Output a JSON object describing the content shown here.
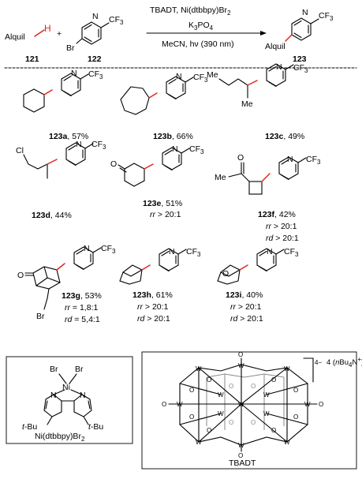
{
  "scheme": {
    "reactant1": "Alquil",
    "h_atom": "H",
    "plus": "+",
    "reagent_line1": "TBADT, Ni(dtbbpy)Br",
    "reagent_line1_sub": "2",
    "reagent_line2": "K",
    "reagent_line2_sub": "3",
    "reagent_line2_end": "PO",
    "reagent_line2_sub2": "4",
    "conditions": "MeCN, hν (390 nm)",
    "reactant1_id": "121",
    "reactant2_id": "122",
    "product_id": "123",
    "br_label": "Br",
    "cf3": "CF",
    "cf3_sub": "3",
    "n_label": "N",
    "product_alquil": "Alquil"
  },
  "products": [
    {
      "id": "123a",
      "yield": ", 57%"
    },
    {
      "id": "123b",
      "yield": ", 66%"
    },
    {
      "id": "123c",
      "yield": ", 49%",
      "me": "Me"
    },
    {
      "id": "123d",
      "yield": ", 44%",
      "cl": "Cl"
    },
    {
      "id": "123e",
      "yield": ", 51%",
      "rr": "rr",
      "rr_val": " > 20:1",
      "o": "O"
    },
    {
      "id": "123f",
      "yield": ", 42%",
      "rr": "rr",
      "rr_val": " > 20:1",
      "rd": "rd",
      "rd_val": " > 20:1",
      "o": "O"
    },
    {
      "id": "123g",
      "yield": ", 53%",
      "rr": "rr",
      "rr_val": " = 1,8:1",
      "rd": "rd",
      "rd_val": " = 5,4:1",
      "o": "O",
      "br": "Br"
    },
    {
      "id": "123h",
      "yield": ", 61%",
      "rr": "rr",
      "rr_val": " > 20:1",
      "rd": "rd",
      "rd_val": " > 20:1"
    },
    {
      "id": "123i",
      "yield": ", 40%",
      "rr": "rr",
      "rr_val": " > 20:1",
      "rd": "rd",
      "rd_val": " > 20:1",
      "o": "O"
    }
  ],
  "ni_catalyst": {
    "br1": "Br",
    "br2": "Br",
    "ni": "Ni",
    "n1": "N",
    "n2": "N",
    "tbu1": "t",
    "tbu1_rest": "-Bu",
    "tbu2": "t",
    "tbu2_rest": "-Bu",
    "name": "Ni(dtbbpy)Br",
    "name_sub": "2"
  },
  "tbadt": {
    "charge": "4−",
    "counter": "4 (",
    "counter_n": "n",
    "counter_rest": "Bu",
    "counter_sub": "4",
    "counter_end": "N",
    "counter_sup": "+",
    "counter_close": ")",
    "name": "TBADT",
    "w": "W",
    "o": "O"
  }
}
